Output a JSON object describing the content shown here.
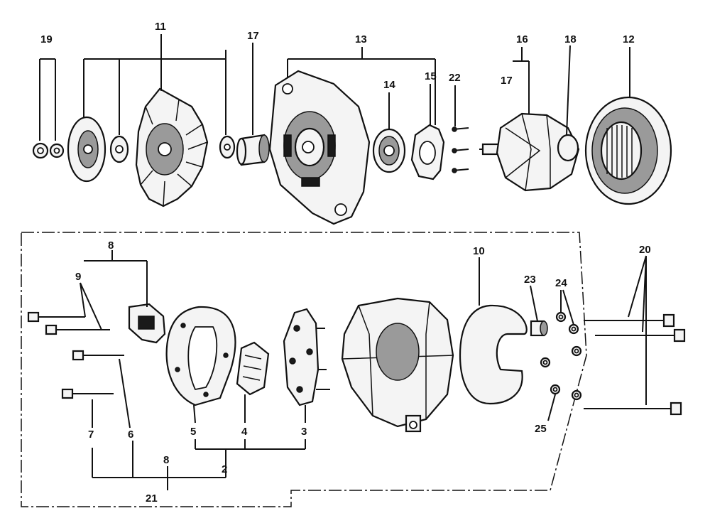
{
  "labels": {
    "n19": "19",
    "n11": "11",
    "n17a": "17",
    "n13": "13",
    "n14": "14",
    "n15": "15",
    "n22": "22",
    "n16": "16",
    "n17b": "17",
    "n18": "18",
    "n12": "12",
    "n8a": "8",
    "n9": "9",
    "n10": "10",
    "n20": "20",
    "n23": "23",
    "n24": "24",
    "n25": "25",
    "n7": "7",
    "n6": "6",
    "n5": "5",
    "n4": "4",
    "n3": "3",
    "n8b": "8",
    "n2": "2",
    "n21": "21"
  },
  "colors": {
    "ink": "#111111",
    "paper": "#ffffff"
  }
}
